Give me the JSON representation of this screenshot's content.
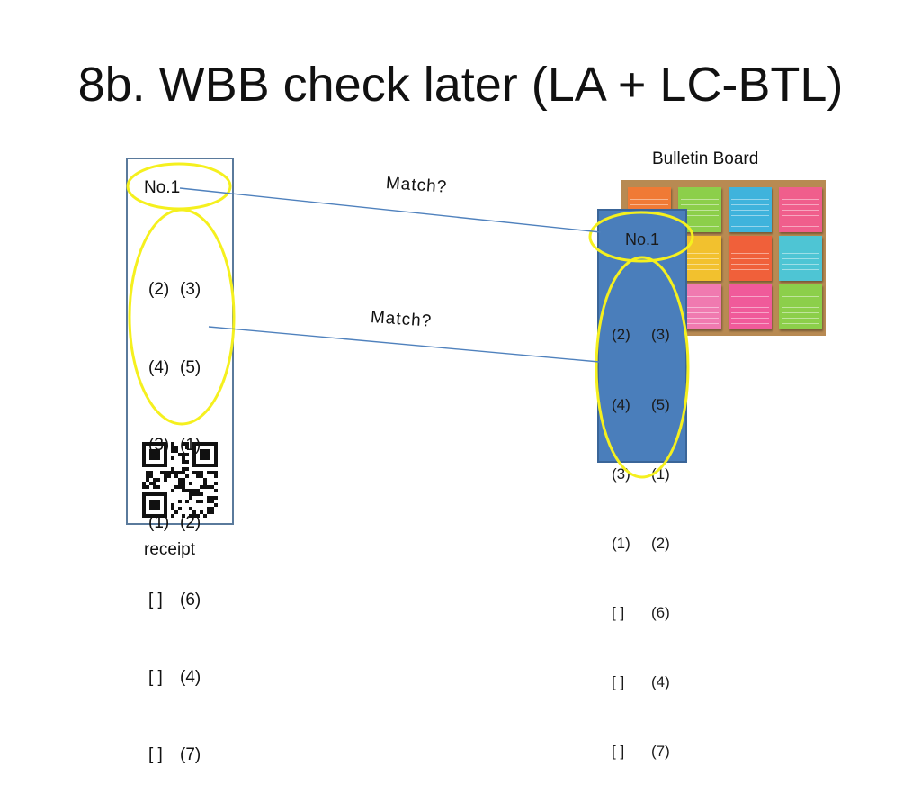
{
  "slide": {
    "title": "8b. WBB check later (LA + LC-BTL)"
  },
  "receipt": {
    "number": "No.1",
    "left_column": [
      "(2)",
      "(4)",
      "(3)",
      "(1)",
      "[ ]",
      "[ ]",
      "[ ]"
    ],
    "right_column": [
      "(3)",
      "(5)",
      "(1)",
      "(2)",
      "(6)",
      "(4)",
      "(7)"
    ],
    "label": "receipt"
  },
  "annotations": {
    "match_top": "Match?",
    "match_bottom": "Match?"
  },
  "bulletin_board": {
    "title": "Bulletin Board",
    "card_number": "No.1",
    "left_column": [
      "(2)",
      "(4)",
      "(3)",
      "(1)",
      "[ ]",
      "[ ]",
      "[ ]"
    ],
    "right_column": [
      "(3)",
      "(5)",
      "(1)",
      "(2)",
      "(6)",
      "(4)",
      "(7)"
    ],
    "note_colors": [
      "#f07a35",
      "#8ccf4a",
      "#3fb3dc",
      "#f05e8c",
      "#f2a93b",
      "#f2c12e",
      "#f0603a",
      "#4ec5d4",
      "#e0e040",
      "#f07ab0",
      "#f05a9a",
      "#8ccf4a"
    ]
  },
  "colors": {
    "highlight": "#f5f01e",
    "connector": "#4f81bd",
    "card_fill": "#4a7ebb",
    "receipt_border": "#5a7a9c"
  }
}
